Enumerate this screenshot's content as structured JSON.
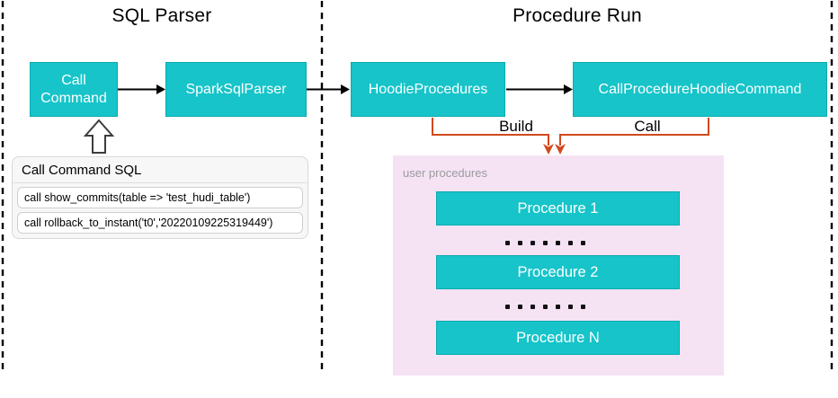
{
  "diagram": {
    "sections": {
      "sql_parser": {
        "title": "SQL Parser",
        "nodes": {
          "call_command": "Call Command",
          "spark_sql_parser": "SparkSqlParser"
        },
        "sql_panel": {
          "header": "Call Command SQL",
          "statements": [
            "call show_commits(table => 'test_hudi_table')",
            "call rollback_to_instant('t0','20220109225319449')"
          ]
        }
      },
      "procedure_run": {
        "title": "Procedure Run",
        "nodes": {
          "hoodie_procedures": "HoodieProcedures",
          "call_procedure_hoodie_command": "CallProcedureHoodieCommand"
        },
        "edge_labels": {
          "build": "Build",
          "call": "Call"
        },
        "user_procedures": {
          "label": "user procedures",
          "items": [
            "Procedure 1",
            "Procedure 2",
            "Procedure N"
          ],
          "separator_dot_count": 7
        }
      }
    }
  },
  "colors": {
    "node_teal": "#16c4c9",
    "connector_red": "#d1491c",
    "container_pink": "#f5e3f4",
    "muted_label": "#9b9b9b"
  }
}
